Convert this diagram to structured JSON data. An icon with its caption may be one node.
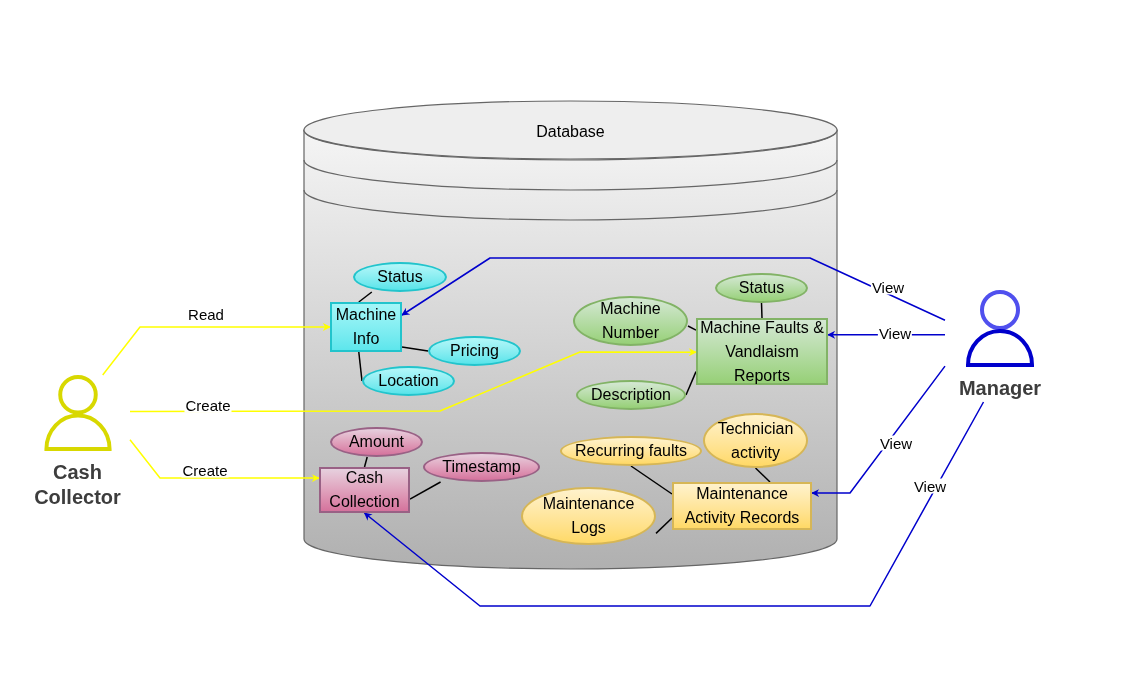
{
  "diagram": {
    "nodes": [
      {
        "text": [
          "Database"
        ]
      },
      {
        "text": [
          "Cash Collector"
        ]
      },
      {
        "text": [
          "Manager"
        ]
      },
      {
        "text": [
          "Machine Info"
        ],
        "in": 0
      },
      {
        "text": [
          "Status"
        ],
        "in": 0
      },
      {
        "text": [
          "Pricing"
        ],
        "in": 0
      },
      {
        "text": [
          "Location"
        ],
        "in": 0
      },
      {
        "text": [
          "Machine Number"
        ],
        "in": 0
      },
      {
        "text": [
          "Status"
        ],
        "in": 0
      },
      {
        "text": [
          "Machine Faults & Vandlaism Reports"
        ],
        "in": 0
      },
      {
        "text": [
          "Description"
        ],
        "in": 0
      },
      {
        "text": [
          "Amount"
        ],
        "in": 0
      },
      {
        "text": [
          "Timestamp"
        ],
        "in": 0
      },
      {
        "text": [
          "Cash Collection"
        ],
        "in": 0
      },
      {
        "text": [
          "Technician activity"
        ],
        "in": 0
      },
      {
        "text": [
          "Recurring faults"
        ],
        "in": 0
      },
      {
        "text": [
          "Maintenance Logs"
        ],
        "in": 0
      },
      {
        "text": [
          "Maintenance Activity Records"
        ],
        "in": 0
      }
    ],
    "edges": [
      {
        "from": 1,
        "to": 3,
        "arrow": "to",
        "label": "Read",
        "color": "#ffff00"
      },
      {
        "from": 1,
        "to": 9,
        "arrow": "to",
        "label": "Create",
        "color": "#ffff00"
      },
      {
        "from": 1,
        "to": 13,
        "arrow": "to",
        "label": "Create",
        "color": "#ffff00"
      },
      {
        "from": 2,
        "to": 3,
        "arrow": "to",
        "label": "View",
        "color": "#0000cc"
      },
      {
        "from": 2,
        "to": 9,
        "arrow": "to",
        "label": "View",
        "color": "#0000cc"
      },
      {
        "from": 2,
        "to": 17,
        "arrow": "to",
        "label": "View",
        "color": "#0000cc"
      },
      {
        "from": 2,
        "to": 13,
        "arrow": "to",
        "label": "View",
        "color": "#0000cc"
      },
      {
        "from": 4,
        "to": 3,
        "arrow": "none"
      },
      {
        "from": 3,
        "to": 5,
        "arrow": "none"
      },
      {
        "from": 3,
        "to": 6,
        "arrow": "none"
      },
      {
        "from": 7,
        "to": 9,
        "arrow": "none"
      },
      {
        "from": 8,
        "to": 9,
        "arrow": "none"
      },
      {
        "from": 10,
        "to": 9,
        "arrow": "none"
      },
      {
        "from": 11,
        "to": 13,
        "arrow": "none"
      },
      {
        "from": 13,
        "to": 12,
        "arrow": "none"
      },
      {
        "from": 15,
        "to": 17,
        "arrow": "none"
      },
      {
        "from": 14,
        "to": 17,
        "arrow": "none"
      },
      {
        "from": 16,
        "to": 17,
        "arrow": "none"
      }
    ]
  }
}
